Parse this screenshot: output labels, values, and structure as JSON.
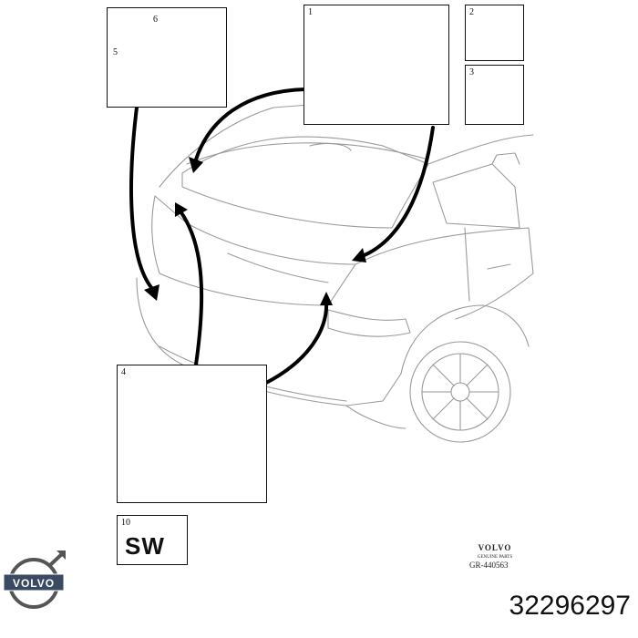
{
  "boxes": [
    {
      "num": "1"
    },
    {
      "num": "2"
    },
    {
      "num": "3"
    },
    {
      "num": "4"
    },
    {
      "num": "5"
    },
    {
      "num": "6"
    },
    {
      "num": "10"
    }
  ],
  "sw_label": "SW",
  "gr_code": "GR-440563",
  "part_number": "32296297"
}
